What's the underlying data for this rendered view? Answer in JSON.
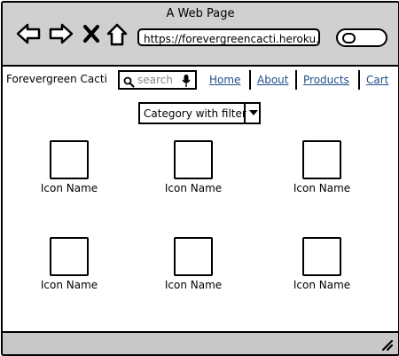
{
  "window": {
    "title": "A Web Page",
    "url": "https://forevergreencacti.heroku."
  },
  "site": {
    "brand": "Forevergreen Cacti",
    "search_placeholder": "search",
    "nav": [
      "Home",
      "About",
      "Products",
      "Cart"
    ],
    "link_color": "#1f4f8a"
  },
  "filter": {
    "label": "Category with filter"
  },
  "icons": [
    {
      "label": "Icon Name"
    },
    {
      "label": "Icon Name"
    },
    {
      "label": "Icon Name"
    },
    {
      "label": "Icon Name"
    },
    {
      "label": "Icon Name"
    },
    {
      "label": "Icon Name"
    }
  ],
  "browser_icons": [
    "back-arrow-icon",
    "forward-arrow-icon",
    "close-x-icon",
    "home-icon",
    "search-icon"
  ]
}
